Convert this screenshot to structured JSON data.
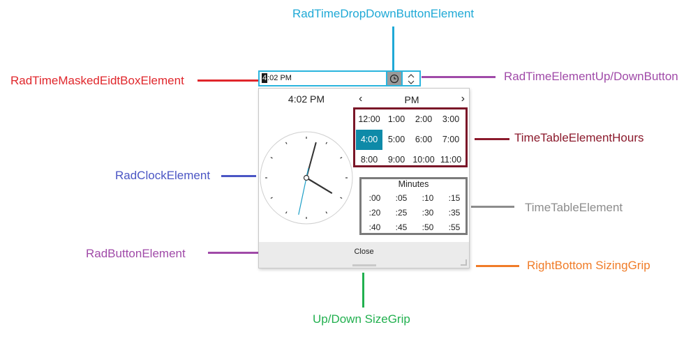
{
  "callouts": {
    "drop_down_button": "RadTimeDropDownButtonElement",
    "masked_editbox": "RadTimeMaskedEidtBoxElement",
    "up_down_button": "RadTimeElementUp/DownButton",
    "hours_table": "TimeTableElementHours",
    "clock": "RadClockElement",
    "minutes_table": "TimeTableElement",
    "button": "RadButtonElement",
    "right_bottom_grip": "RightBottom SizingGrip",
    "up_down_grip": "Up/Down SizeGrip"
  },
  "colors": {
    "drop_down_button": "#1fa9d6",
    "masked_editbox": "#e0262b",
    "up_down_button": "#a04aa8",
    "hours_table": "#8b1a2c",
    "clock": "#4a55c4",
    "minutes_table": "#8c8c8c",
    "button": "#a04aa8",
    "right_bottom_grip": "#f07c28",
    "up_down_grip": "#22b04f"
  },
  "picker": {
    "input_caret": "4",
    "input_rest": ":02 PM",
    "clock_icon": "clock-icon",
    "time_header": "4:02 PM",
    "ampm": "PM",
    "prev_arrow": "‹",
    "next_arrow": "›",
    "hours": [
      "12:00",
      "1:00",
      "2:00",
      "3:00",
      "4:00",
      "5:00",
      "6:00",
      "7:00",
      "8:00",
      "9:00",
      "10:00",
      "11:00"
    ],
    "selected_hour": "4:00",
    "minutes_title": "Minutes",
    "minutes": [
      ":00",
      ":05",
      ":10",
      ":15",
      ":20",
      ":25",
      ":30",
      ":35",
      ":40",
      ":45",
      ":50",
      ":55"
    ],
    "close_label": "Close"
  },
  "clock_time": {
    "hours": 4,
    "minutes": 2,
    "seconds": 32
  }
}
